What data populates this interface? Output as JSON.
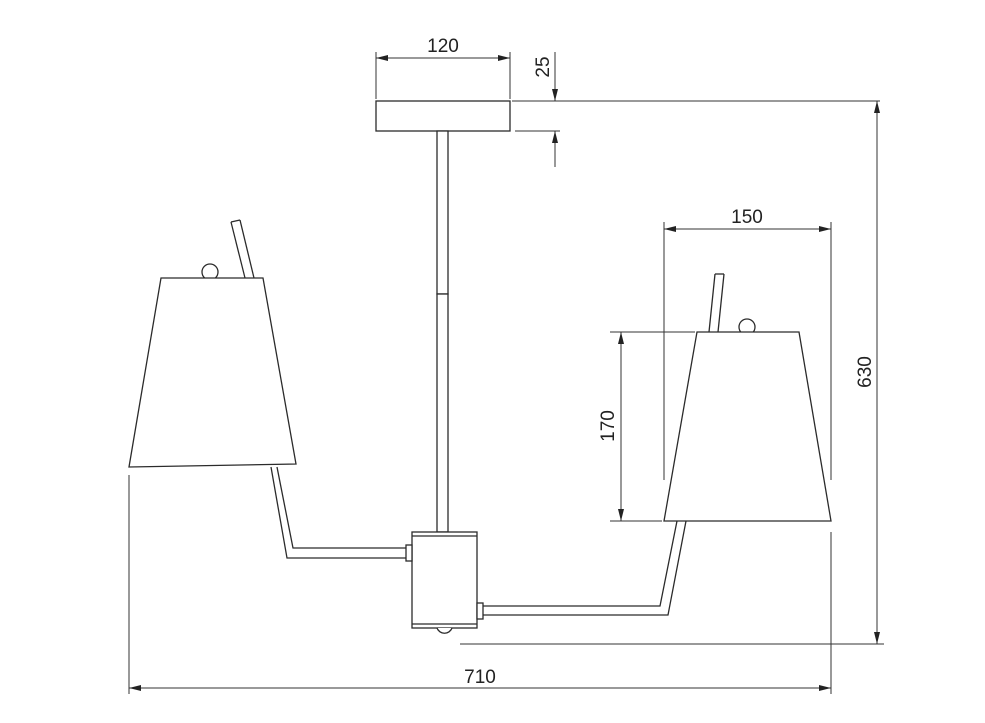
{
  "dimensions": {
    "canopy_width": "120",
    "canopy_height": "25",
    "shade_top_width": "150",
    "shade_height": "170",
    "total_height": "630",
    "total_width": "710"
  },
  "colors": {
    "line": "#2b2b2b",
    "background": "#ffffff"
  }
}
